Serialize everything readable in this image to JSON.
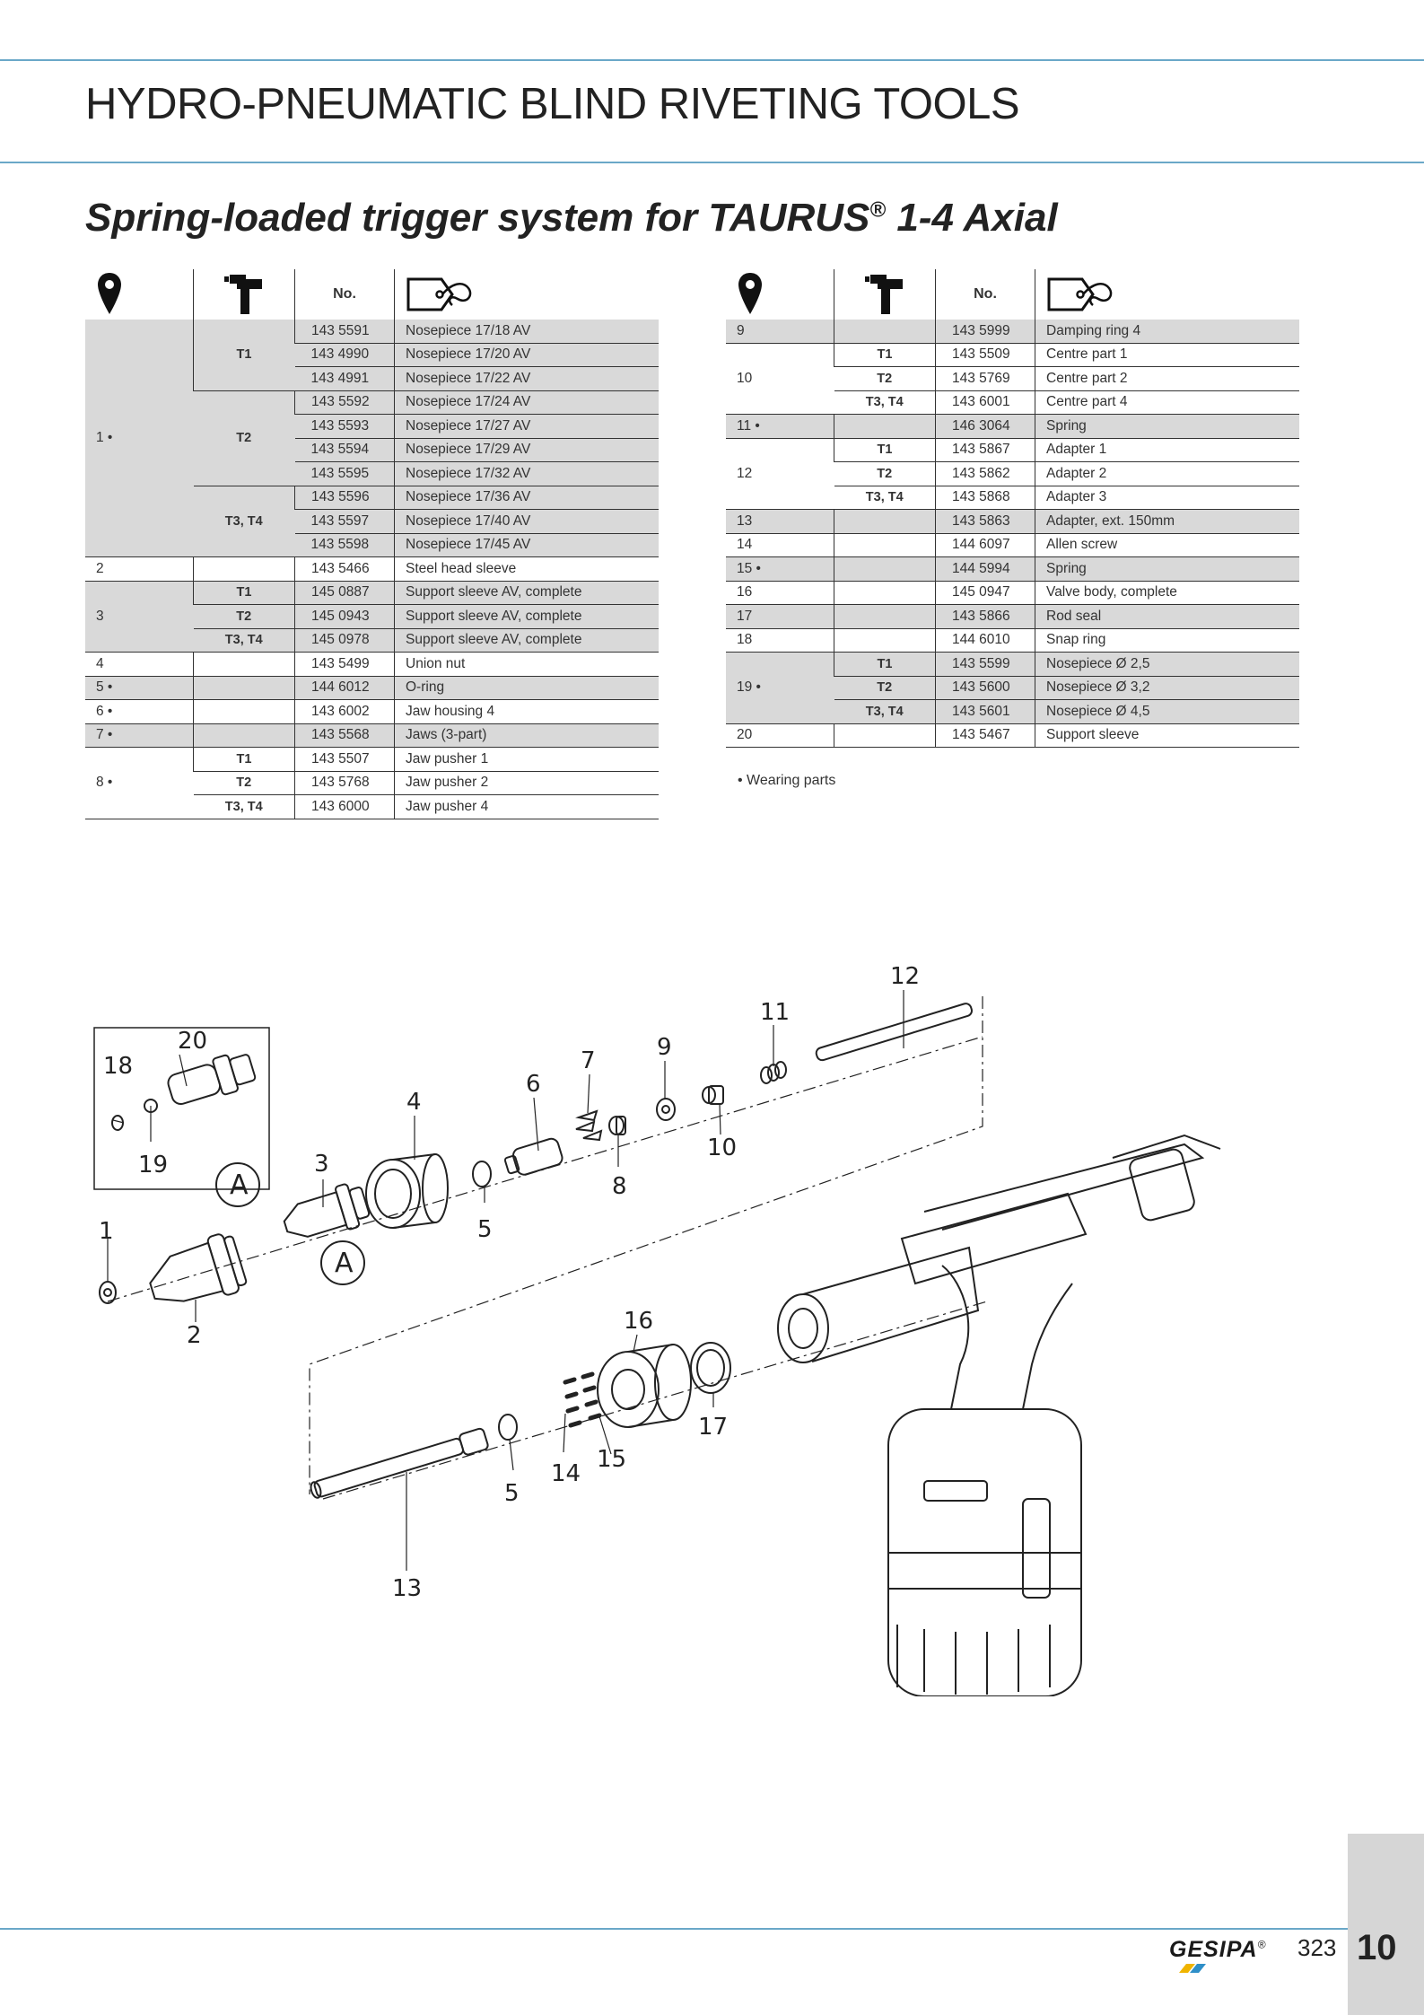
{
  "header": {
    "title": "HYDRO-PNEUMATIC BLIND RIVETING TOOLS",
    "subtitle": "Spring-loaded trigger system for TAURUS",
    "subtitle_reg": "®",
    "subtitle_tail": " 1-4 Axial"
  },
  "table": {
    "header_no": "No.",
    "icons": [
      "location-pin-icon",
      "riveting-tool-icon",
      "price-tag-icon"
    ]
  },
  "left_rows": [
    {
      "pos": "1 •",
      "tool": "T1",
      "no": "143 5591",
      "desc": "Nosepiece 17/18 AV"
    },
    {
      "pos": "",
      "tool": "",
      "no": "143 4990",
      "desc": "Nosepiece 17/20 AV"
    },
    {
      "pos": "",
      "tool": "",
      "no": "143 4991",
      "desc": "Nosepiece 17/22 AV"
    },
    {
      "pos": "",
      "tool": "T2",
      "no": "143 5592",
      "desc": "Nosepiece 17/24 AV"
    },
    {
      "pos": "",
      "tool": "",
      "no": "143 5593",
      "desc": "Nosepiece 17/27 AV"
    },
    {
      "pos": "",
      "tool": "",
      "no": "143 5594",
      "desc": "Nosepiece 17/29 AV"
    },
    {
      "pos": "",
      "tool": "",
      "no": "143 5595",
      "desc": "Nosepiece 17/32 AV"
    },
    {
      "pos": "",
      "tool": "T3, T4",
      "no": "143 5596",
      "desc": "Nosepiece 17/36 AV"
    },
    {
      "pos": "",
      "tool": "",
      "no": "143 5597",
      "desc": "Nosepiece 17/40 AV"
    },
    {
      "pos": "",
      "tool": "",
      "no": "143 5598",
      "desc": "Nosepiece 17/45 AV"
    },
    {
      "pos": "2",
      "tool": "",
      "no": "143 5466",
      "desc": "Steel head sleeve"
    },
    {
      "pos": "3",
      "tool": "T1",
      "no": "145 0887",
      "desc": "Support sleeve AV, complete"
    },
    {
      "pos": "",
      "tool": "T2",
      "no": "145 0943",
      "desc": "Support sleeve AV, complete"
    },
    {
      "pos": "",
      "tool": "T3, T4",
      "no": "145 0978",
      "desc": "Support sleeve AV, complete"
    },
    {
      "pos": "4",
      "tool": "",
      "no": "143 5499",
      "desc": "Union nut"
    },
    {
      "pos": "5 •",
      "tool": "",
      "no": "144 6012",
      "desc": "O-ring"
    },
    {
      "pos": "6 •",
      "tool": "",
      "no": "143 6002",
      "desc": "Jaw housing 4"
    },
    {
      "pos": "7 •",
      "tool": "",
      "no": "143 5568",
      "desc": "Jaws (3-part)"
    },
    {
      "pos": "8 •",
      "tool": "T1",
      "no": "143 5507",
      "desc": "Jaw pusher 1"
    },
    {
      "pos": "",
      "tool": "T2",
      "no": "143 5768",
      "desc": "Jaw pusher 2"
    },
    {
      "pos": "",
      "tool": "T3, T4",
      "no": "143 6000",
      "desc": "Jaw pusher 4"
    }
  ],
  "right_rows": [
    {
      "pos": "9",
      "tool": "",
      "no": "143 5999",
      "desc": "Damping ring 4"
    },
    {
      "pos": "10",
      "tool": "T1",
      "no": "143 5509",
      "desc": "Centre part 1"
    },
    {
      "pos": "",
      "tool": "T2",
      "no": "143 5769",
      "desc": "Centre part 2"
    },
    {
      "pos": "",
      "tool": "T3, T4",
      "no": "143 6001",
      "desc": "Centre part 4"
    },
    {
      "pos": "11 •",
      "tool": "",
      "no": "146 3064",
      "desc": "Spring"
    },
    {
      "pos": "12",
      "tool": "T1",
      "no": "143 5867",
      "desc": "Adapter 1"
    },
    {
      "pos": "",
      "tool": "T2",
      "no": "143 5862",
      "desc": "Adapter 2"
    },
    {
      "pos": "",
      "tool": "T3, T4",
      "no": "143 5868",
      "desc": "Adapter 3"
    },
    {
      "pos": "13",
      "tool": "",
      "no": "143 5863",
      "desc": "Adapter, ext. 150mm"
    },
    {
      "pos": "14",
      "tool": "",
      "no": "144 6097",
      "desc": "Allen screw"
    },
    {
      "pos": "15 •",
      "tool": "",
      "no": "144 5994",
      "desc": "Spring"
    },
    {
      "pos": "16",
      "tool": "",
      "no": "145 0947",
      "desc": "Valve body, complete"
    },
    {
      "pos": "17",
      "tool": "",
      "no": "143 5866",
      "desc": "Rod seal"
    },
    {
      "pos": "18",
      "tool": "",
      "no": "144 6010",
      "desc": "Snap ring"
    },
    {
      "pos": "19 •",
      "tool": "T1",
      "no": "143 5599",
      "desc": "Nosepiece Ø 2,5"
    },
    {
      "pos": "",
      "tool": "T2",
      "no": "143 5600",
      "desc": "Nosepiece Ø 3,2"
    },
    {
      "pos": "",
      "tool": "T3, T4",
      "no": "143 5601",
      "desc": "Nosepiece Ø 4,5"
    },
    {
      "pos": "20",
      "tool": "",
      "no": "143 5467",
      "desc": "Support sleeve"
    }
  ],
  "footnote": "• Wearing parts",
  "drawing": {
    "callouts": [
      "1",
      "2",
      "3",
      "4",
      "5",
      "6",
      "7",
      "8",
      "9",
      "10",
      "11",
      "12",
      "13",
      "14",
      "15",
      "16",
      "17",
      "18",
      "19",
      "20",
      "5"
    ],
    "detail_marker": "A"
  },
  "footer": {
    "brand": "GESIPA",
    "brand_reg": "®",
    "page_number": "323",
    "chapter": "10"
  },
  "colors": {
    "rule": "#6aa8c8",
    "row_shading": "#d9d9d9",
    "brand_accent": "#f0b400",
    "brand_accent_2": "#2f8fc8"
  }
}
